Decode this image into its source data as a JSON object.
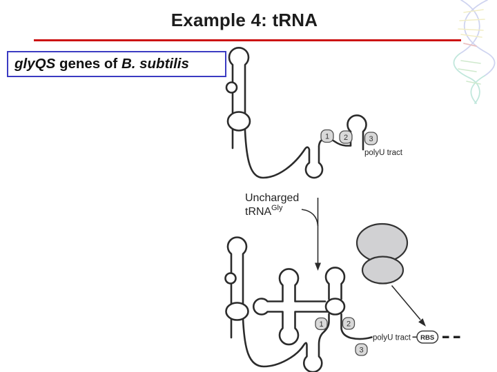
{
  "slide": {
    "title": "Example 4: tRNA",
    "gene_box": {
      "gene": "glyQS",
      "connector": " genes of ",
      "species": "B. subtilis"
    }
  },
  "upper_diagram": {
    "badges": [
      "1",
      "2",
      "3"
    ],
    "polyu_label": "polyU tract"
  },
  "transition": {
    "label_line1": "Uncharged",
    "label_line2": "tRNA",
    "label_superscript": "Gly"
  },
  "lower_diagram": {
    "badges": [
      "1",
      "2",
      "3"
    ],
    "polyu_label": "polyU tract",
    "rbs_label": "RBS"
  },
  "colors": {
    "accent_red": "#cc1010",
    "box_border_blue": "#3a3ac2",
    "diagram_stroke": "#2b2b2b",
    "ribosome_fill": "#d1d1d3",
    "badge_fill": "#d9d9d9"
  }
}
